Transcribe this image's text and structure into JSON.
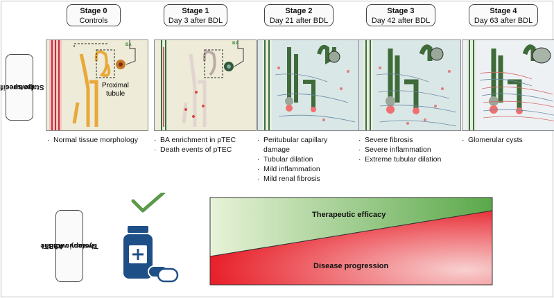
{
  "stages": [
    {
      "stage": "Stage 0",
      "label": "Controls",
      "features": [
        "Normal tissue morphology"
      ]
    },
    {
      "stage": "Stage 1",
      "label": "Day 3 after BDL",
      "features": [
        "BA enrichment in pTEC",
        "Death events of pTEC"
      ]
    },
    {
      "stage": "Stage 2",
      "label": "Day 21 after BDL",
      "features": [
        "Peritubular capillary damage",
        "Tubular dilation",
        "Mild inflammation",
        "Mild renal fibrosis"
      ]
    },
    {
      "stage": "Stage 3",
      "label": "Day 42 after BDL",
      "features": [
        "Severe fibrosis",
        "Severe inflammation",
        "Extreme tubular dilation"
      ]
    },
    {
      "stage": "Stage 4",
      "label": "Day 63 after BDL",
      "features": [
        "Glomerular cysts"
      ]
    }
  ],
  "row_labels": {
    "features": "Stage-specific features",
    "therapy_line1": "Therapy with the",
    "therapy_line2": "systemic ASBTI",
    "features_line1": "Stage-specific",
    "features_line2": "features"
  },
  "panel_labels": {
    "ba": "BA",
    "proximal_line1": "Proximal",
    "proximal_line2": "tubule"
  },
  "therapy": {
    "efficacy": "Therapeutic efficacy",
    "progression": "Disease progression"
  },
  "colors": {
    "green": "#5aa84a",
    "red": "#e8202a",
    "tubule_orange": "#e8a93a",
    "tubule_green": "#3f6b3a",
    "vessel_red": "#c0313a",
    "bottle_blue": "#1f4f87",
    "check_green": "#5a9a4a"
  }
}
